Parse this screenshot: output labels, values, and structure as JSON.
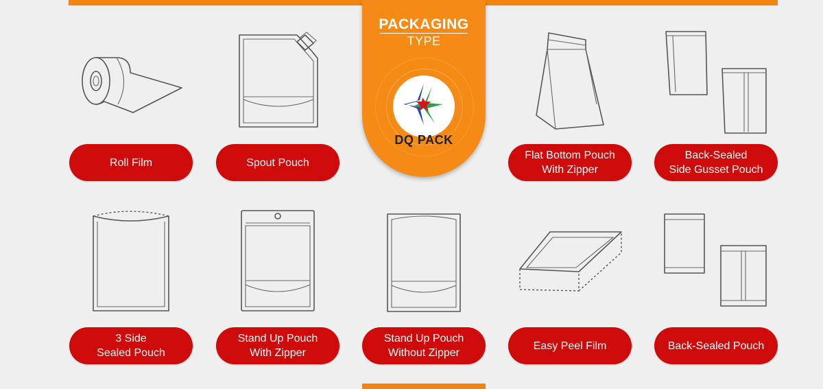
{
  "banner": {
    "title": "PACKAGING",
    "subtitle": "TYPE",
    "logo_text": "DQ PACK",
    "accent_color": "#f58a14"
  },
  "label_color": "#cf0a0a",
  "items": [
    {
      "line1": "Roll Film",
      "line2": "",
      "icon": "roll-film-icon"
    },
    {
      "line1": "Spout Pouch",
      "line2": "",
      "icon": "spout-pouch-icon"
    },
    {
      "line1": "Flat Bottom Pouch",
      "line2": "With Zipper",
      "icon": "flat-bottom-pouch-icon"
    },
    {
      "line1": "Back-Sealed",
      "line2": "Side Gusset Pouch",
      "icon": "side-gusset-pouch-icon"
    },
    {
      "line1": "3 Side",
      "line2": "Sealed Pouch",
      "icon": "three-side-sealed-pouch-icon"
    },
    {
      "line1": "Stand Up Pouch",
      "line2": "With Zipper",
      "icon": "stand-up-pouch-zipper-icon"
    },
    {
      "line1": "Stand Up Pouch",
      "line2": "Without Zipper",
      "icon": "stand-up-pouch-icon"
    },
    {
      "line1": "Easy Peel Film",
      "line2": "",
      "icon": "easy-peel-film-icon"
    },
    {
      "line1": "Back-Sealed Pouch",
      "line2": "",
      "icon": "back-sealed-pouch-icon"
    }
  ]
}
